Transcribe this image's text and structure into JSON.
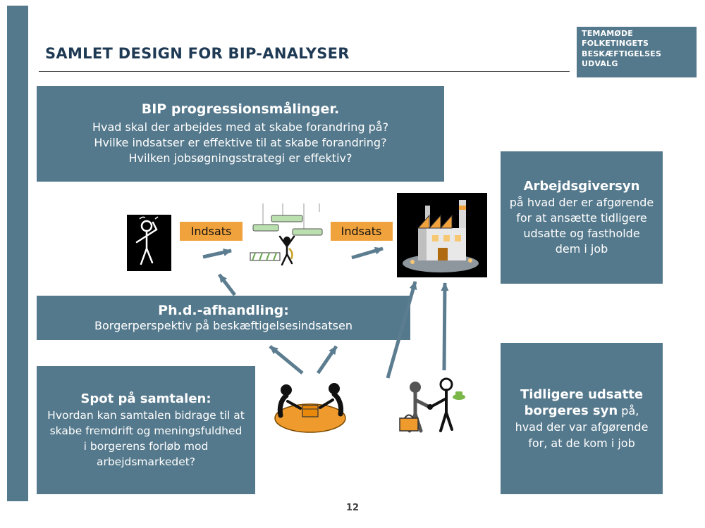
{
  "slide": {
    "title": "SAMLET DESIGN FOR BIP-ANALYSER",
    "page_number": "12"
  },
  "corner_box": {
    "lines": [
      "TEMAMØDE",
      "FOLKETINGETS",
      "BESKÆFTIGELSES",
      "UDVALG"
    ]
  },
  "boxes": {
    "bip": {
      "title": "BIP progressionsmålinger.",
      "lines": [
        "Hvad skal der arbejdes med at skabe forandring på?",
        "Hvilke indsatser er effektive til at skabe forandring?",
        "Hvilken jobsøgningsstrategi er effektiv?"
      ]
    },
    "arbejdsgiver": {
      "title": "Arbejdsgiversyn",
      "body": "på hvad der er afgørende for at ansætte tidligere udsatte og fastholde dem i job"
    },
    "phd": {
      "title": "Ph.d.-afhandling:",
      "body": "Borgerperspektiv på beskæftigelsesindsatsen"
    },
    "spot": {
      "title": "Spot på samtalen:",
      "body": "Hvordan kan samtalen bidrage til at skabe fremdrift og meningsfuldhed i borgerens forløb mod arbejdsmarkedet?"
    },
    "tidligere": {
      "title_bold": "Tidligere udsatte borgeres syn",
      "body_rest": "på, hvad der var afgørende for, at de kom i job"
    }
  },
  "flow": {
    "indsats_left": "Indsats",
    "indsats_right": "Indsats"
  },
  "icons": {
    "thinking_person": "person-thinking-clipart",
    "progress_chart": "figure-climbing-bar-chart-clipart",
    "factory": "factory-building-clipart",
    "meeting": "two-people-at-table-clipart",
    "handshake": "two-people-handshake-clipart"
  },
  "colors": {
    "slate": "#55798c",
    "orange": "#f0a23c",
    "heading": "#1f3a54",
    "arrow": "#5c7d90",
    "page_number": "#404040"
  }
}
